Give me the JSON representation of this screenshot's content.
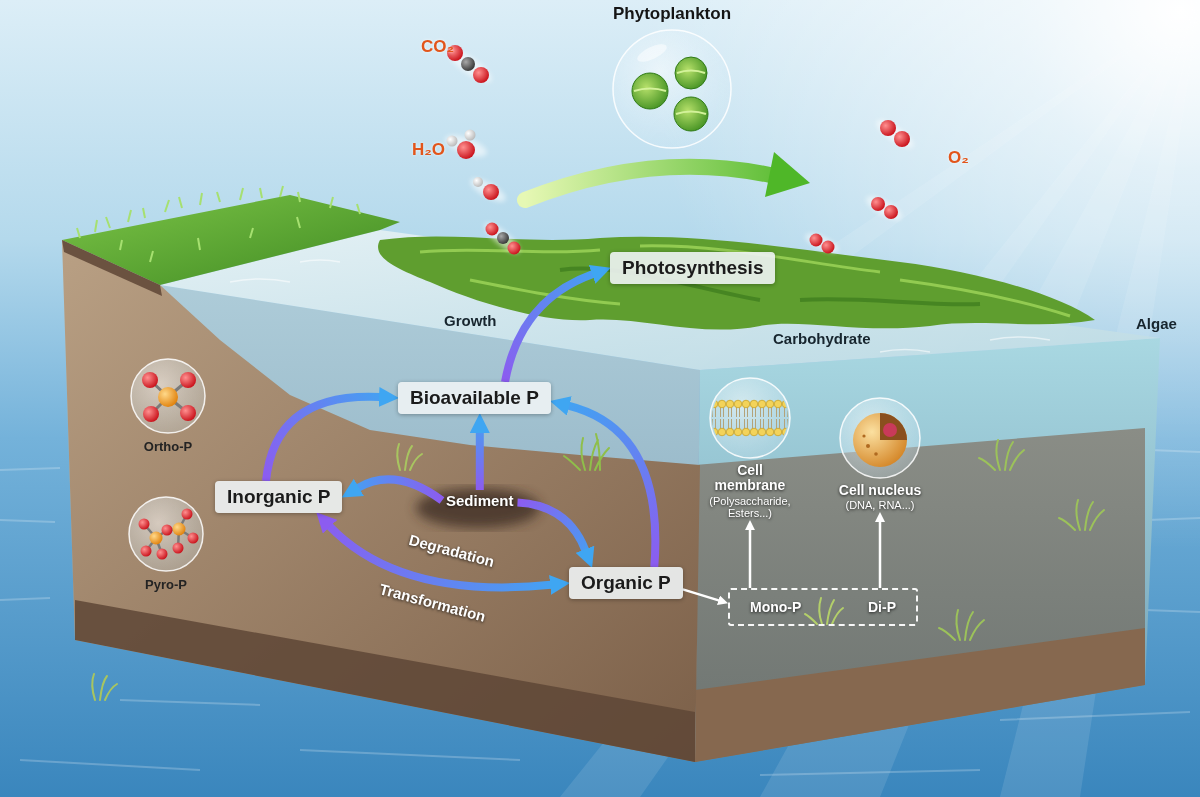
{
  "diagram": {
    "nodes": [
      {
        "text": [
          "Phytoplankton"
        ]
      },
      {
        "text": [
          "Photosynthesis"
        ]
      },
      {
        "text": [
          "Bioavailable P"
        ]
      },
      {
        "text": [
          "Ortho-P"
        ]
      },
      {
        "text": [
          "Inorganic P"
        ]
      },
      {
        "text": [
          "Sediment"
        ]
      },
      {
        "text": [
          "Cell membrane",
          "(Polysaccharide, Esters...)"
        ]
      },
      {
        "text": [
          "Cell nucleus",
          "(DNA, RNA...)"
        ]
      },
      {
        "text": [
          "Pyro-P"
        ]
      },
      {
        "text": [
          "Organic P"
        ]
      },
      {
        "text": [
          "Mono-P",
          "Di-P"
        ]
      }
    ],
    "edges": [
      {
        "from": 2,
        "to": 1,
        "label": "Growth",
        "arrow": "to"
      },
      {
        "from": 4,
        "to": 2,
        "arrow": "to"
      },
      {
        "from": 5,
        "to": 2,
        "arrow": "to"
      },
      {
        "from": 5,
        "to": 4,
        "arrow": "to"
      },
      {
        "from": 5,
        "to": 9,
        "arrow": "to"
      },
      {
        "from": 9,
        "to": 2,
        "arrow": "to"
      },
      {
        "from": 4,
        "to": 9,
        "label": "Degradation",
        "arrow": "both"
      },
      {
        "from": 9,
        "to": 10,
        "arrow": "to"
      },
      {
        "from": 10,
        "to": 6,
        "arrow": "to"
      },
      {
        "from": 10,
        "to": 7,
        "arrow": "to"
      }
    ],
    "labels": [
      "CO₂",
      "H₂O",
      "O₂",
      "Carbohydrate",
      "Algae",
      "Transformation"
    ]
  }
}
